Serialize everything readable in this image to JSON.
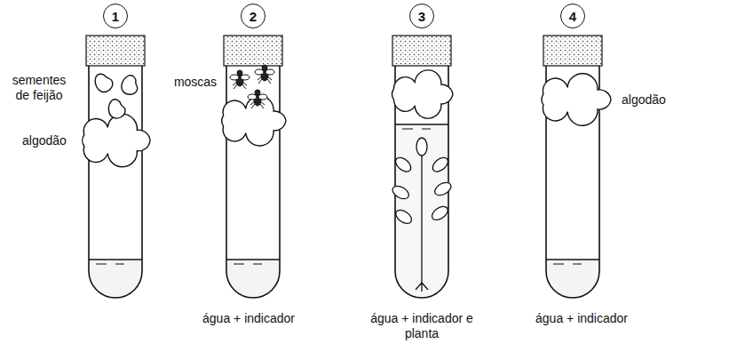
{
  "diagram": {
    "nodes": [
      {
        "text": [
          "1"
        ]
      },
      {
        "text": [
          "2"
        ]
      },
      {
        "text": [
          "3"
        ]
      },
      {
        "text": [
          "4"
        ]
      }
    ],
    "labels": [
      "sementes de feijão",
      "algodão",
      "moscas",
      "água + indicador",
      "água + indicador e planta",
      "água + indicador",
      "algodão"
    ]
  }
}
